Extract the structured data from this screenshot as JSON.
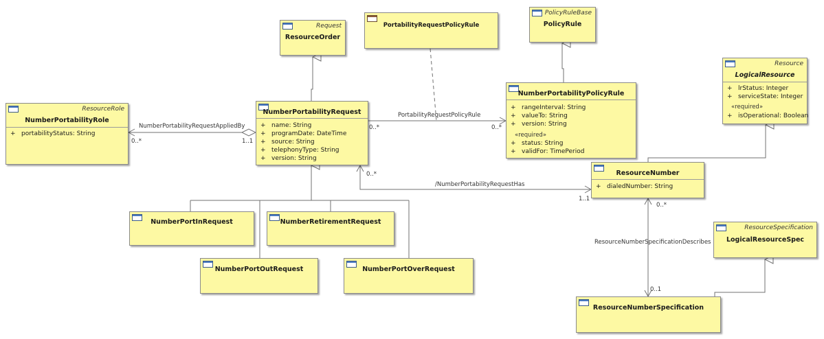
{
  "classes": {
    "resource_order": {
      "stereotype": "Request",
      "name": "ResourceOrder"
    },
    "portability_request_policy_rule_assoc": {
      "name": "PortabilityRequestPolicyRule"
    },
    "policy_rule": {
      "stereotype": "PolicyRuleBase",
      "name": "PolicyRule"
    },
    "logical_resource": {
      "stereotype": "Resource",
      "name": "LogicalResource",
      "attrs": [
        {
          "vis": "+",
          "text": "lrStatus: Integer"
        },
        {
          "vis": "+",
          "text": "serviceState: Integer"
        }
      ],
      "required_label": "«required»",
      "req_attrs": [
        {
          "vis": "+",
          "text": "isOperational: Boolean"
        }
      ]
    },
    "number_portability_role": {
      "stereotype": "ResourceRole",
      "name": "NumberPortabilityRole",
      "attrs": [
        {
          "vis": "+",
          "text": "portabilityStatus: String"
        }
      ]
    },
    "number_portability_request": {
      "name": "NumberPortabilityRequest",
      "attrs": [
        {
          "vis": "+",
          "text": "name: String"
        },
        {
          "vis": "+",
          "text": "programDate: DateTime"
        },
        {
          "vis": "+",
          "text": "source: String"
        },
        {
          "vis": "+",
          "text": "telephonyType: String"
        },
        {
          "vis": "+",
          "text": "version: String"
        }
      ]
    },
    "number_portability_policy_rule": {
      "name": "NumberPortabilityPolicyRule",
      "attrs": [
        {
          "vis": "+",
          "text": "rangeInterval: String"
        },
        {
          "vis": "+",
          "text": "valueTo: String"
        },
        {
          "vis": "+",
          "text": "version: String"
        }
      ],
      "required_label": "«required»",
      "req_attrs": [
        {
          "vis": "+",
          "text": "status: String"
        },
        {
          "vis": "+",
          "text": "validFor: TimePeriod"
        }
      ]
    },
    "resource_number": {
      "name": "ResourceNumber",
      "attrs": [
        {
          "vis": "+",
          "text": "dialedNumber: String"
        }
      ]
    },
    "number_port_in_request": {
      "name": "NumberPortInRequest"
    },
    "number_retirement_request": {
      "name": "NumberRetirementRequest"
    },
    "number_port_out_request": {
      "name": "NumberPortOutRequest"
    },
    "number_port_over_request": {
      "name": "NumberPortOverRequest"
    },
    "logical_resource_spec": {
      "stereotype": "ResourceSpecification",
      "name": "LogicalResourceSpec"
    },
    "resource_number_specification": {
      "name": "ResourceNumberSpecification"
    }
  },
  "associations": {
    "applied_by": {
      "label": "NumberPortabilityRequestAppliedBy",
      "mult_left": "0..*",
      "mult_right": "1..1"
    },
    "policy_rule": {
      "label": "PortabilityRequestPolicyRule",
      "mult_left": "0..*",
      "mult_right": "0..*"
    },
    "has": {
      "label": "/NumberPortabilityRequestHas",
      "mult_top": "0..*",
      "mult_right": "1..1"
    },
    "spec_describes": {
      "label": "ResourceNumberSpecificationDescribes",
      "mult_top": "0..*",
      "mult_bottom": "0..1"
    }
  },
  "colors": {
    "class_fill": "#fdf9a3",
    "border": "#8a8a8a",
    "line": "#707070",
    "icon": "#4a7ac0"
  }
}
